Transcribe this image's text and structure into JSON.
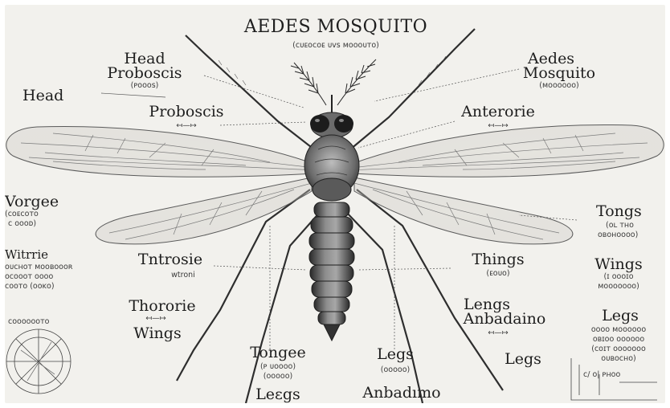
{
  "title": "AEDES MOSQUITO",
  "title_subtitle": "(ᴄᴜᴇᴏᴄᴏᴇ ᴜᴠs ᴍᴏᴏᴏᴜᴛᴏ)",
  "labels": {
    "head_proboscis_line1": "Head",
    "head_proboscis_line2": "Proboscis",
    "head_proboscis_note": "(ᴘᴏᴏᴏs)",
    "head_left": "Head",
    "proboscis": "Proboscis",
    "proboscis_note": "↤—↦",
    "aedes_line1": "Aedes",
    "aedes_line2": "Mosquito",
    "aedes_note": "(ᴍᴏᴏᴏᴏᴏᴏ)",
    "anterorie": "Anterorie",
    "anterorie_note": "↤—↦",
    "vorgee": "Vorgee",
    "vorgee_note1": "(ᴄᴏᴇᴄᴏᴛᴏ",
    "vorgee_note2": "ᴄ ᴏᴏᴏᴅ)",
    "witrrie": "Witrrie",
    "witrrie_note1": "ᴏᴜᴄʜᴏᴛ ᴍᴏᴏʙᴏᴏᴏʀ",
    "witrrie_note2": "ᴏᴄᴏᴏᴏᴛ ᴏᴏᴏᴏ",
    "witrrie_note3": "ᴄᴏᴏᴛᴏ (ᴏᴏᴋᴏ)",
    "tntrosie": "Tntrosie",
    "tntrosie_note": "wtroni",
    "things": "Things",
    "things_note": "(ᴇᴏᴜᴏ)",
    "tongs": "Tongs",
    "tongs_note1": "(ᴏʟ ᴛʜᴏ",
    "tongs_note2": "ᴏʙᴏʜᴏᴏᴏᴏ)",
    "wings_right": "Wings",
    "wings_right_note1": "(ɪ ᴏᴏᴏɪᴏ",
    "wings_right_note2": "ᴍᴏᴏᴏᴏᴏᴏᴏ)",
    "thororie": "Thororie",
    "thororie_note": "↤—↦",
    "wings_left": "Wings",
    "lengs": "Lengs",
    "anbadaino": "Anbadaino",
    "anbadaino_note": "↤—↦",
    "legs_right": "Legs",
    "legs_right_note1": "ᴏᴏᴏᴏ ᴍᴏᴏᴏᴏᴏᴏ",
    "legs_right_note2": "ᴏʙɪᴏᴏ ᴏᴏᴏᴏᴏᴏ",
    "legs_right_note3": "(ᴄᴏɪᴛ ᴏᴏᴏᴏᴏᴏᴏ",
    "legs_right_note4": "ᴏᴜʙᴏᴄʜᴏ)",
    "legs_right_mid": "Legs",
    "tongee": "Tongee",
    "tongee_note1": "(ᴘ ᴜᴏᴏᴏᴏ)",
    "tongee_note2": "(ᴏᴏᴏᴏᴏ)",
    "legs_center": "Legs",
    "legs_center_note": "(ᴏᴏᴏᴏᴏ)",
    "legs_bottom": "Leεgs",
    "anbadimo_bottom": "Anbadımo",
    "compass_note": "ᴄᴏᴏᴏᴏᴏᴏᴛᴏ",
    "graph_note": "ᴄ/ ᴏ| ᴘʜᴏᴏ"
  },
  "colors": {
    "paper": "#f2f1ed",
    "ink": "#1e1e1e",
    "body_dark": "#3d3d3d",
    "wing_vein": "#6a6a6a"
  }
}
